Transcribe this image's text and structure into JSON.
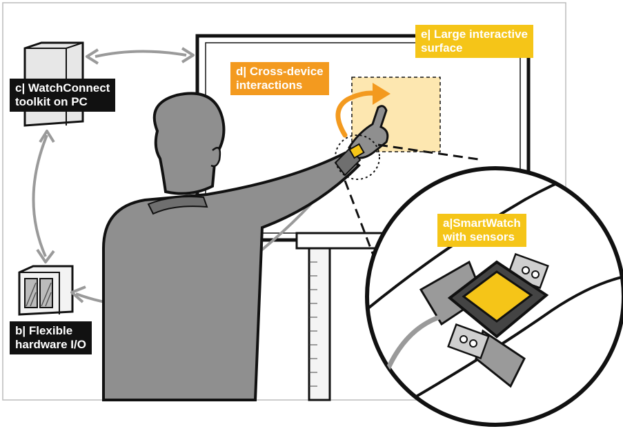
{
  "labels": {
    "c": {
      "line1": "c| WatchConnect",
      "line2": "toolkit on PC"
    },
    "b": {
      "line1": "b| Flexible",
      "line2": "hardware I/O"
    },
    "d": {
      "line1": "d| Cross-device",
      "line2": "interactions"
    },
    "e": {
      "line1": "e| Large interactive",
      "line2": "surface"
    },
    "a": {
      "line1": "a|SmartWatch",
      "line2": "with sensors"
    }
  },
  "colors": {
    "orange": "#f39a1f",
    "yellow": "#f5c518",
    "highlight": "#fde7b0",
    "dark": "#111111",
    "body": "#8f8f8f"
  }
}
